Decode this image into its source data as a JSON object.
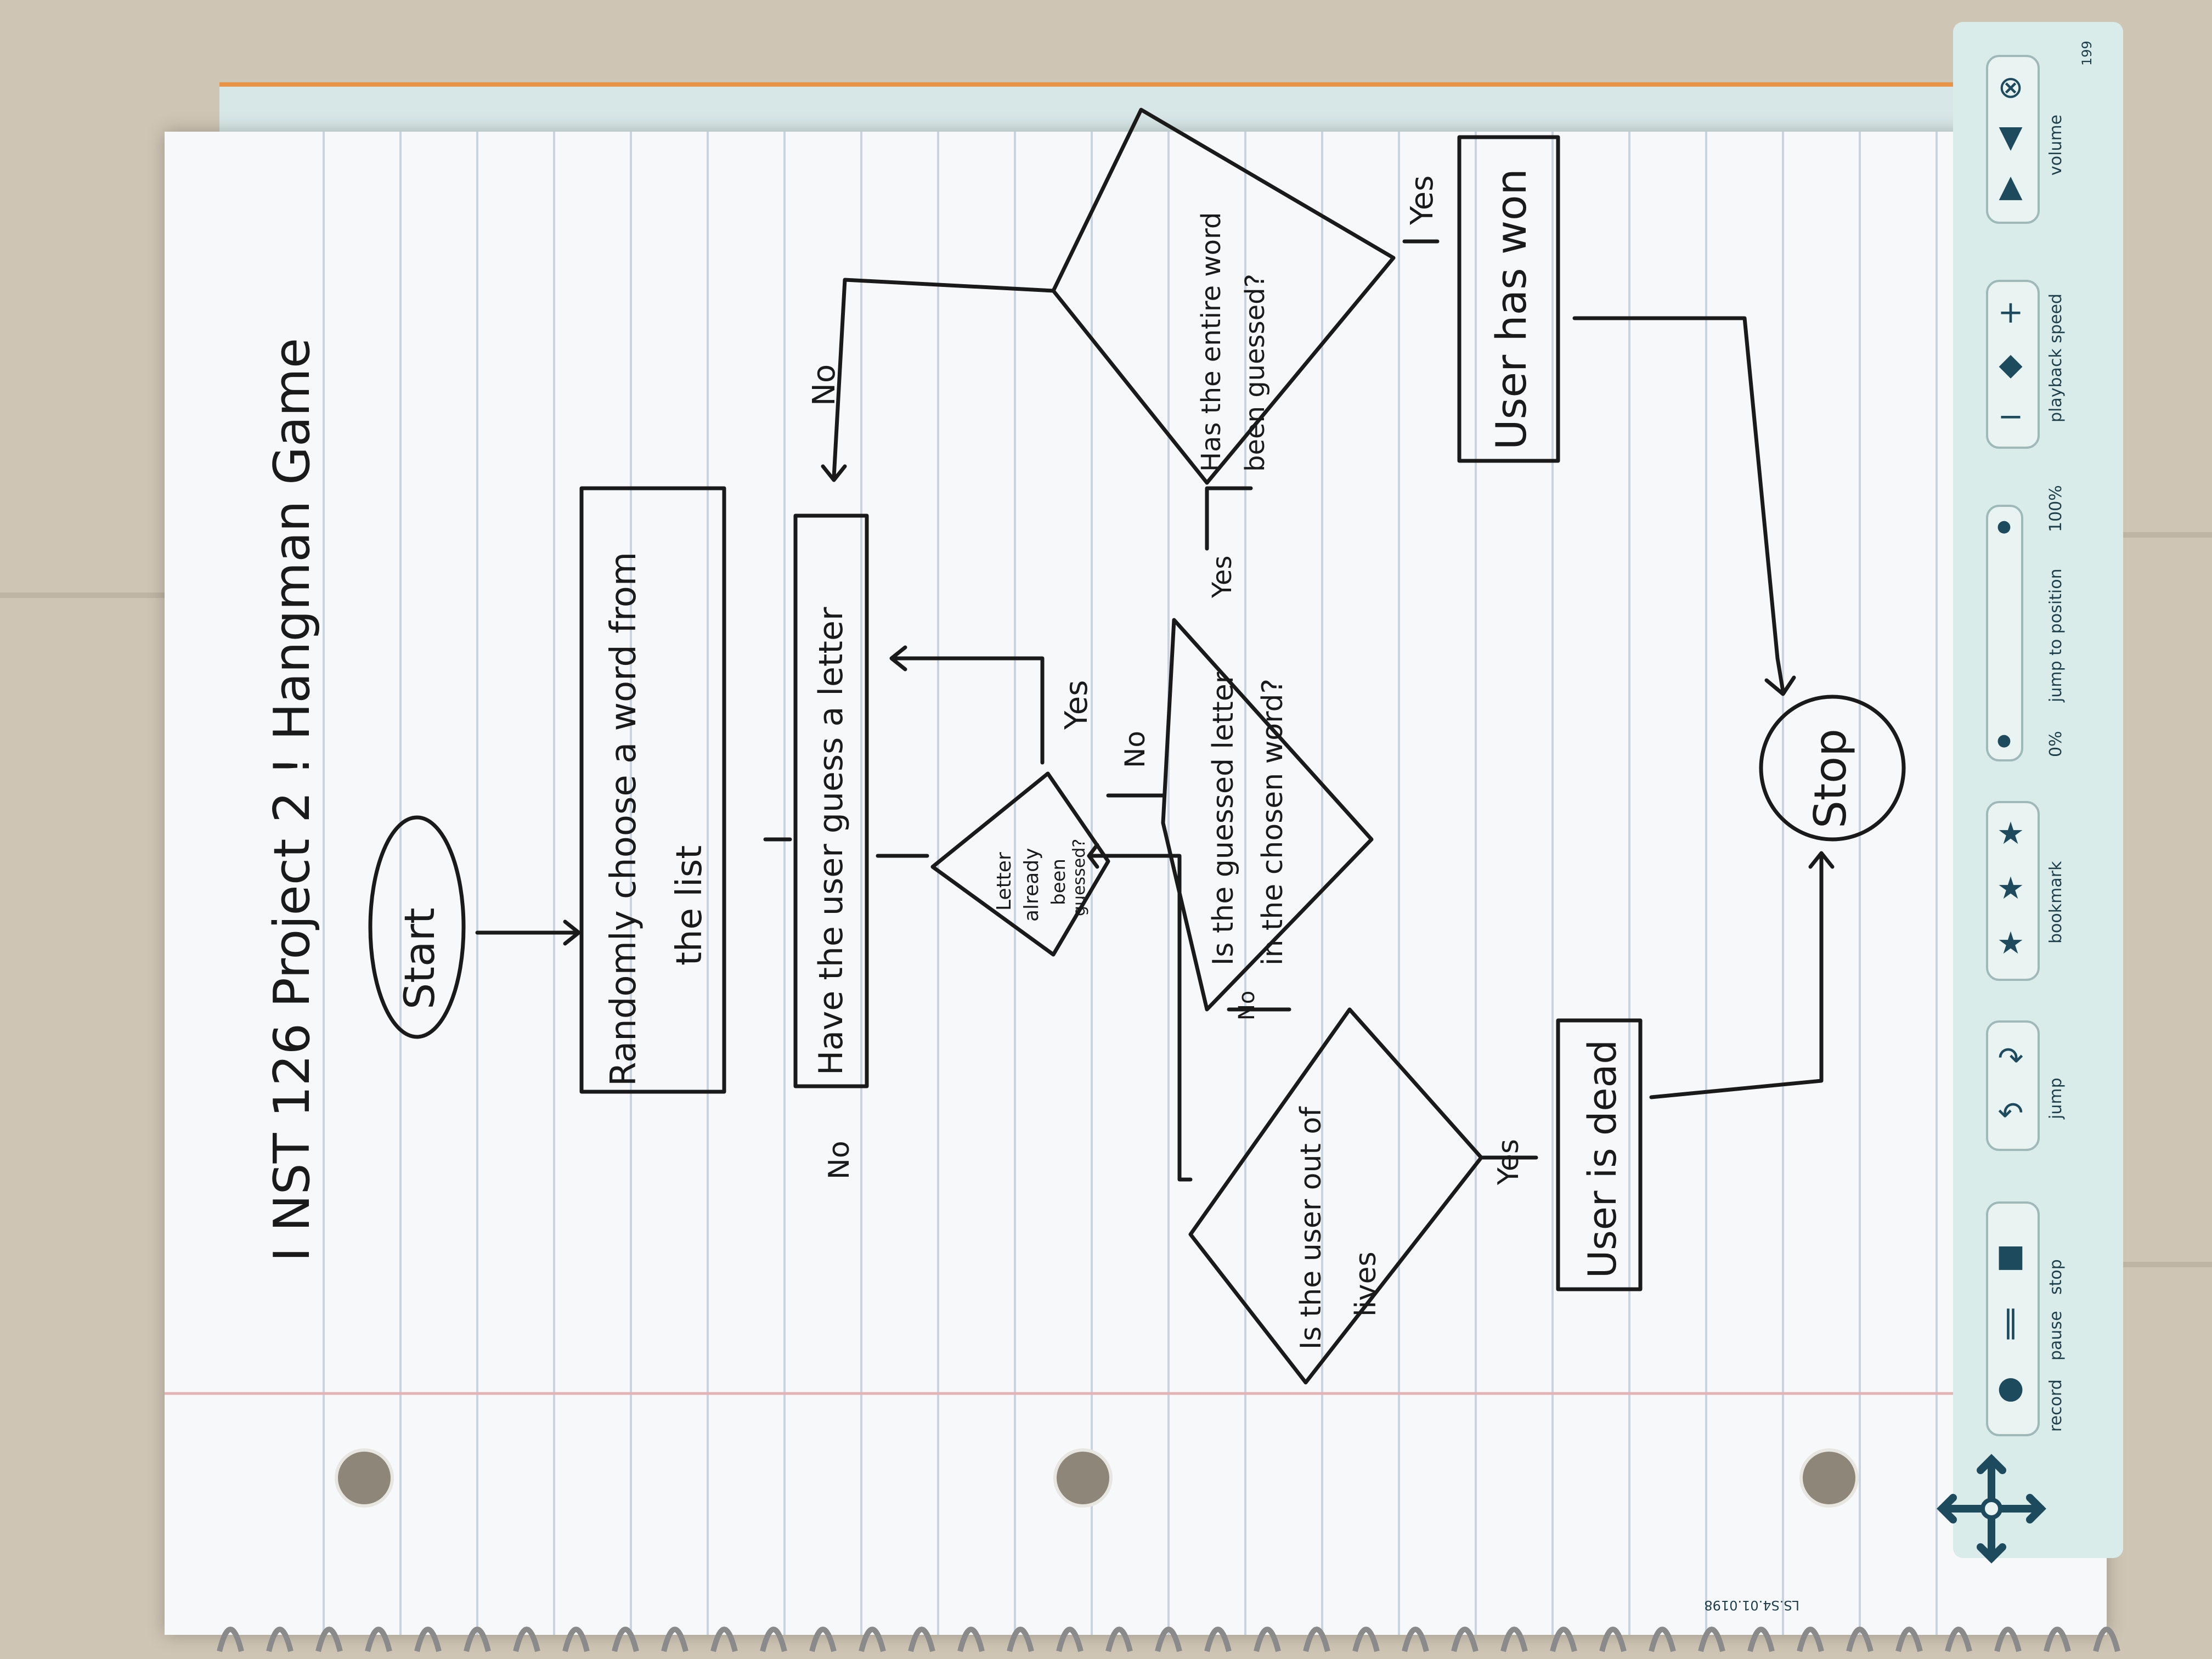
{
  "page": {
    "title": "I NST 126   Project 2 ! Hangman   Game"
  },
  "flowchart": {
    "start": "Start",
    "choose_word": [
      "Randomly choose a word from",
      "the list"
    ],
    "guess_letter": "Have the user guess a letter",
    "already_guessed": [
      "Letter",
      "already",
      "been",
      "guessed?"
    ],
    "in_word": [
      "Is the guessed letter",
      "in the chosen word?"
    ],
    "out_of_lives": [
      "Is the user out of",
      "lives"
    ],
    "entire_word": [
      "Has the entire word",
      "been guessed?"
    ],
    "user_dead": "User is dead",
    "user_won": "User has won",
    "stop": "Stop",
    "labels": {
      "yes_already": "Yes",
      "no_already": "No",
      "no_in_word": "No",
      "yes_in_word": "Yes",
      "yes_lives": "Yes",
      "no_lives": "No",
      "no_entire": "No",
      "yes_entire": "Yes"
    }
  },
  "pen_bar": {
    "record": "record",
    "pause": "pause",
    "stop": "stop",
    "jump": "jump",
    "bookmark": "bookmark",
    "jump_to_position": "jump to position",
    "pos_min": "0%",
    "pos_max": "100%",
    "playback_speed": "playback speed",
    "volume": "volume",
    "page_code": "LS.S4.01.0198",
    "page_num": "199"
  },
  "colors": {
    "paper": "#f7f8fa",
    "rule_line": "#c9d3df",
    "margin_line": "#e3b3b3",
    "ink": "#1a1a1a",
    "pen_bar": "#d9ecea",
    "pen_icon": "#1e4a5e",
    "cover_stripe": "#e89448"
  }
}
